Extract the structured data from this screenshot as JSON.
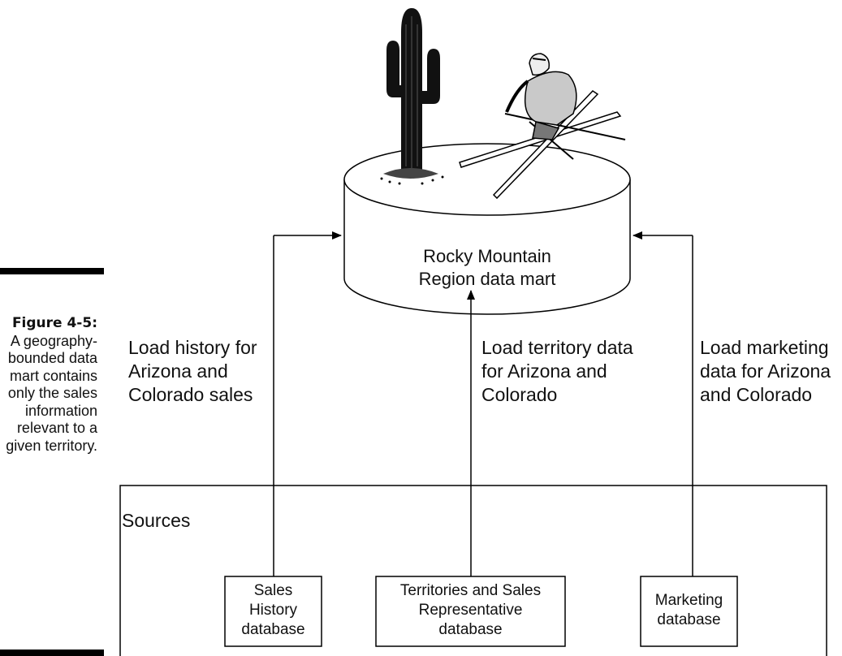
{
  "figure": {
    "label": "Figure 4-5:",
    "caption": "A geography-bounded data mart contains only the sales information relevant to a given territory."
  },
  "data_mart": {
    "label": "Rocky Mountain\nRegion data mart"
  },
  "flows": [
    {
      "label": "Load history for\nArizona and\nColorado sales"
    },
    {
      "label": "Load territory data\nfor Arizona and\nColorado"
    },
    {
      "label": "Load marketing\ndata for Arizona\nand Colorado"
    }
  ],
  "sources": {
    "title": "Sources",
    "boxes": [
      {
        "label": "Sales\nHistory\ndatabase"
      },
      {
        "label": "Territories and Sales\nRepresentative\ndatabase"
      },
      {
        "label": "Marketing\ndatabase"
      }
    ]
  }
}
